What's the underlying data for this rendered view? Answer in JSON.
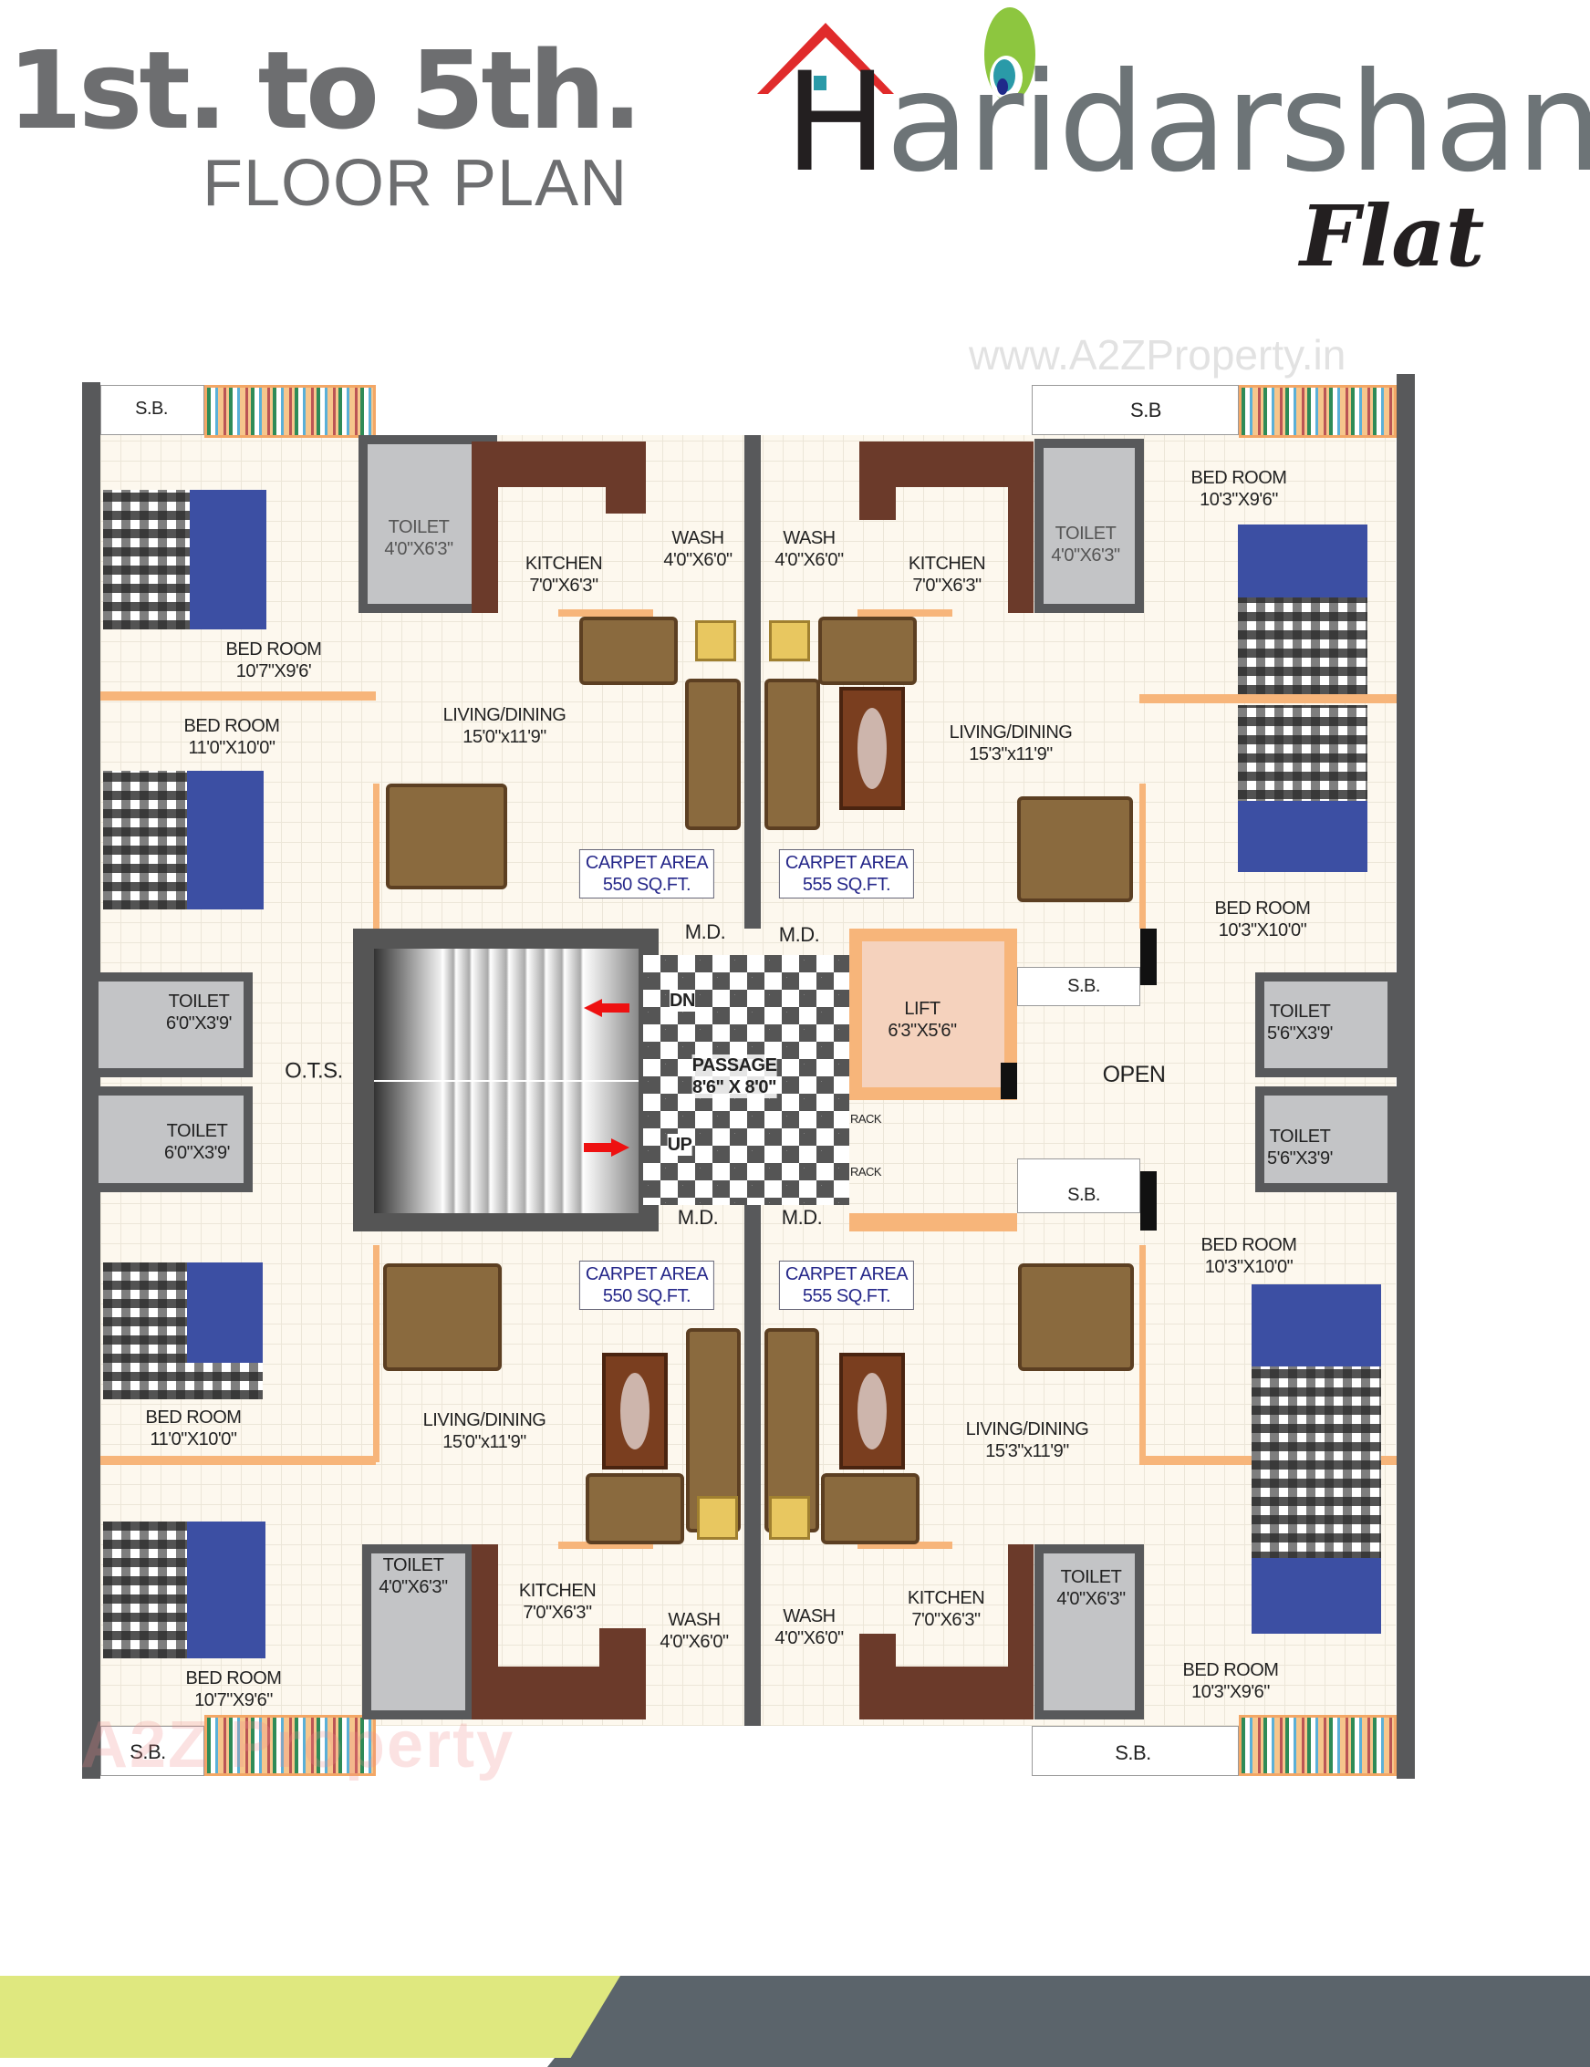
{
  "header": {
    "title_line1": "1st. to 5th.",
    "title_line2": "FLOOR PLAN"
  },
  "logo": {
    "brand": "Haridarshan",
    "brand_first": "H",
    "brand_rest": "aridarshan",
    "sub": "Flat",
    "colors": {
      "roof": "#e02b2b",
      "letters": "#6d7477",
      "dots": "#e01b22",
      "feather": "#8dc63f"
    }
  },
  "watermarks": {
    "top": "www.A2ZProperty.in",
    "bottom": "A2Z Property"
  },
  "colors": {
    "wall": "#58595b",
    "partition": "#f7b57a",
    "floor": "#fdf8ee",
    "carpet_text": "#26288a",
    "footer_green": "#dfe87f",
    "footer_gray": "#5b646b"
  },
  "plan": {
    "top_left": {
      "sb": "S.B.",
      "toilet": {
        "name": "TOILET",
        "size": "4'0\"X6'3\""
      },
      "kitchen": {
        "name": "KITCHEN",
        "size": "7'0\"X6'3\""
      },
      "wash": {
        "name": "WASH",
        "size": "4'0\"X6'0\""
      },
      "bedroom1": {
        "name": "BED ROOM",
        "size": "10'7\"X9'6'"
      },
      "bedroom2": {
        "name": "BED ROOM",
        "size": "11'0\"X10'0\""
      },
      "living": {
        "name": "LIVING/DINING",
        "size": "15'0\"x11'9\""
      },
      "carpet": {
        "name": "CARPET AREA",
        "size": "550 SQ.FT."
      },
      "md": "M.D."
    },
    "top_right": {
      "sb": "S.B",
      "toilet": {
        "name": "TOILET",
        "size": "4'0\"X6'3\""
      },
      "kitchen": {
        "name": "KITCHEN",
        "size": "7'0\"X6'3\""
      },
      "wash": {
        "name": "WASH",
        "size": "4'0\"X6'0\""
      },
      "bedroom1": {
        "name": "BED ROOM",
        "size": "10'3\"X9'6\""
      },
      "bedroom2": {
        "name": "BED ROOM",
        "size": "10'3\"X10'0\""
      },
      "living": {
        "name": "LIVING/DINING",
        "size": "15'3\"x11'9\""
      },
      "carpet": {
        "name": "CARPET AREA",
        "size": "555 SQ.FT."
      },
      "md": "M.D."
    },
    "core": {
      "toilet_l1": {
        "name": "TOILET",
        "size": "6'0\"X3'9'"
      },
      "toilet_l2": {
        "name": "TOILET",
        "size": "6'0\"X3'9'"
      },
      "ots": "O.T.S.",
      "dn": "DN",
      "up": "UP",
      "passage": {
        "name": "PASSAGE",
        "size": "8'6\" X 8'0\""
      },
      "lift": {
        "name": "LIFT",
        "size": "6'3\"X5'6\""
      },
      "rack1": "RACK",
      "rack2": "RACK",
      "sb_top": "S.B.",
      "sb_bottom": "S.B.",
      "open": "OPEN",
      "toilet_r1": {
        "name": "TOILET",
        "size": "5'6\"X3'9'"
      },
      "toilet_r2": {
        "name": "TOILET",
        "size": "5'6\"X3'9'"
      }
    },
    "bottom_left": {
      "sb": "S.B.",
      "toilet": {
        "name": "TOILET",
        "size": "4'0\"X6'3\""
      },
      "kitchen": {
        "name": "KITCHEN",
        "size": "7'0\"X6'3\""
      },
      "wash": {
        "name": "WASH",
        "size": "4'0\"X6'0\""
      },
      "bedroom1": {
        "name": "BED ROOM",
        "size": "10'7\"X9'6\""
      },
      "bedroom2": {
        "name": "BED ROOM",
        "size": "11'0\"X10'0\""
      },
      "living": {
        "name": "LIVING/DINING",
        "size": "15'0\"x11'9\""
      },
      "carpet": {
        "name": "CARPET AREA",
        "size": "550 SQ.FT."
      },
      "md": "M.D."
    },
    "bottom_right": {
      "sb": "S.B.",
      "toilet": {
        "name": "TOILET",
        "size": "4'0\"X6'3\""
      },
      "kitchen": {
        "name": "KITCHEN",
        "size": "7'0\"X6'3\""
      },
      "wash": {
        "name": "WASH",
        "size": "4'0\"X6'0\""
      },
      "bedroom1": {
        "name": "BED ROOM",
        "size": "10'3\"X9'6\""
      },
      "bedroom2": {
        "name": "BED ROOM",
        "size": "10'3\"X10'0\""
      },
      "living": {
        "name": "LIVING/DINING",
        "size": "15'3\"x11'9\""
      },
      "carpet": {
        "name": "CARPET AREA",
        "size": "555 SQ.FT."
      },
      "md": "M.D."
    }
  }
}
